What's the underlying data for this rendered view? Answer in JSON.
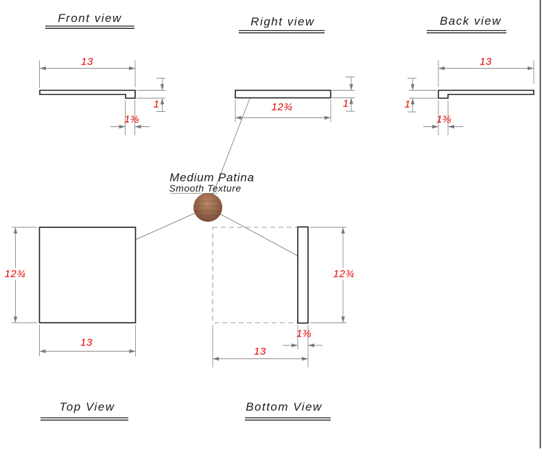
{
  "drawing": {
    "views": {
      "front": {
        "title": "Front view",
        "dim_width": "13",
        "dim_edge_height": "1",
        "dim_lip_width": "1⅜"
      },
      "right": {
        "title": "Right view",
        "dim_length": "12¾",
        "dim_thickness": "1"
      },
      "back": {
        "title": "Back view",
        "dim_width": "13",
        "dim_edge_height": "1",
        "dim_lip_width": "1⅜"
      },
      "top": {
        "title": "Top View",
        "dim_depth": "12¾",
        "dim_width": "13"
      },
      "bottom": {
        "title": "Bottom View",
        "dim_depth": "12¾",
        "dim_lip_width": "1⅜",
        "dim_width": "13"
      }
    },
    "material": {
      "finish": "Medium Patina",
      "texture": "Smooth Texture",
      "swatch_color": "#96644a"
    },
    "colors": {
      "dimension_text": "#e60000",
      "part_outline": "#1c1c1c",
      "dimension_lines": "#8a8a8a",
      "hidden_outline": "#9c9c9c"
    }
  }
}
